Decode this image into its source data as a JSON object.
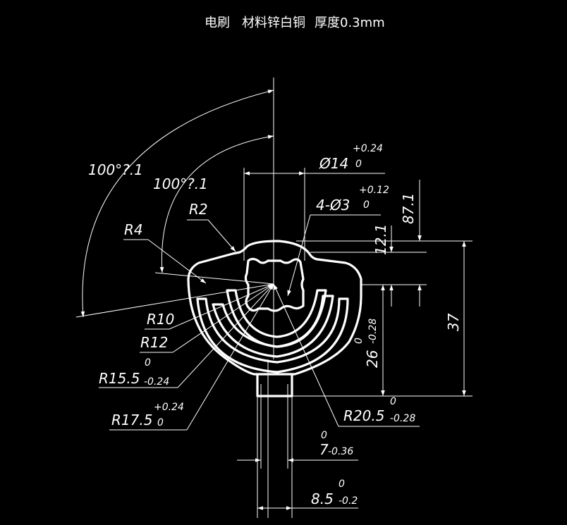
{
  "title": {
    "part": "电刷",
    "material": "材料锌白铜",
    "thickness": "厚度0.3mm"
  },
  "dims": {
    "angle_outer": "100°?.1",
    "angle_inner": "100°?.1",
    "r2": "R2",
    "r4": "R4",
    "r10": "R10",
    "r12": "R12",
    "r15_5": "R15.5",
    "r15_5_tol_up": "0",
    "r15_5_tol_dn": "-0.24",
    "r17_5": "R17.5",
    "r17_5_tol_up": "+0.24",
    "r17_5_tol_dn": "0",
    "r20_5": "R20.5",
    "r20_5_tol_up": "0",
    "r20_5_tol_dn": "-0.28",
    "phi14": "Ø14",
    "phi14_tol_up": "+0.24",
    "phi14_tol_dn": "0",
    "holes": "4-Ø3",
    "holes_tol_up": "+0.12",
    "holes_tol_dn": "0",
    "v87_1": "87.1",
    "v12_1": "12.1",
    "v37": "37",
    "v26": "26",
    "v26_tol_up": "0",
    "v26_tol_dn": "-0.28",
    "w7": "7",
    "w7_tol_up": "0",
    "w7_tol_dn": "-0.36",
    "w8_5": "8.5",
    "w8_5_tol_up": "0",
    "w8_5_tol_dn": "-0.2"
  }
}
